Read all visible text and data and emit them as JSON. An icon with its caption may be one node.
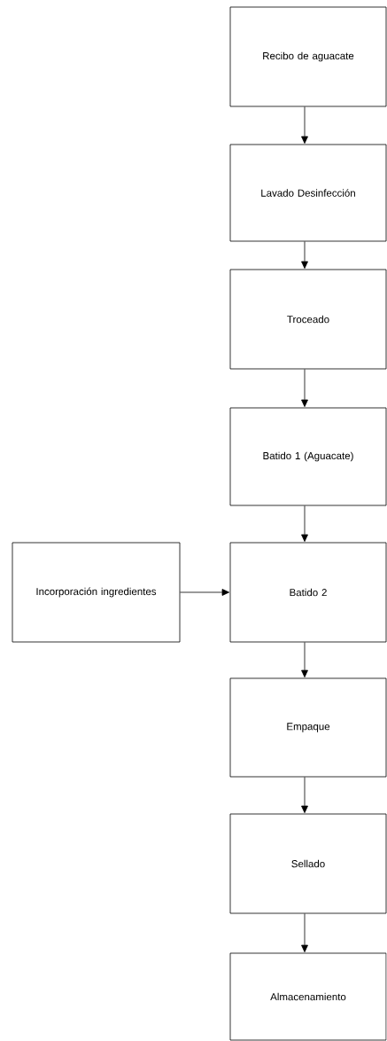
{
  "diagram": {
    "nodes": [
      {
        "text": [
          "Recibo de aguacate"
        ]
      },
      {
        "text": [
          "Lavado Desinfección"
        ]
      },
      {
        "text": [
          "Troceado"
        ]
      },
      {
        "text": [
          "Batido 1 (Aguacate)"
        ]
      },
      {
        "text": [
          "Incorporación ingredientes"
        ]
      },
      {
        "text": [
          "Batido 2"
        ]
      },
      {
        "text": [
          "Empaque"
        ]
      },
      {
        "text": [
          "Sellado"
        ]
      },
      {
        "text": [
          "Almacenamiento"
        ]
      }
    ],
    "edges": [
      {
        "from": 0,
        "to": 1,
        "arrow": "to"
      },
      {
        "from": 1,
        "to": 2,
        "arrow": "to"
      },
      {
        "from": 2,
        "to": 3,
        "arrow": "to"
      },
      {
        "from": 3,
        "to": 5,
        "arrow": "to"
      },
      {
        "from": 4,
        "to": 5,
        "arrow": "to"
      },
      {
        "from": 5,
        "to": 6,
        "arrow": "to"
      },
      {
        "from": 6,
        "to": 7,
        "arrow": "to"
      },
      {
        "from": 7,
        "to": 8,
        "arrow": "to"
      }
    ]
  }
}
